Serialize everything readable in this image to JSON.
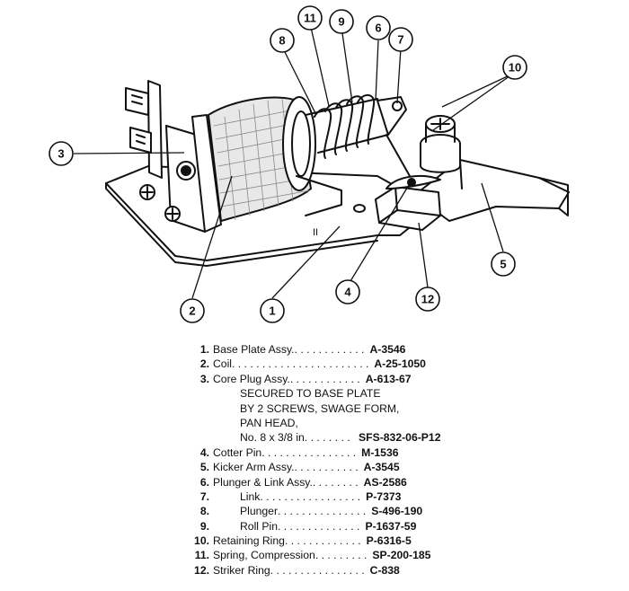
{
  "callouts": [
    "1",
    "2",
    "3",
    "4",
    "5",
    "6",
    "7",
    "8",
    "9",
    "10",
    "11",
    "12"
  ],
  "parts": [
    {
      "num": "1.",
      "desc": "Base Plate Assy.",
      "dots": " . . . . . . . . . . . .",
      "code": "A-3546",
      "indent": 0
    },
    {
      "num": "2.",
      "desc": "Coil",
      "dots": " . . . . . . . . . . . . . . . . . . . . . . .",
      "code": "A-25-1050",
      "indent": 0
    },
    {
      "num": "3.",
      "desc": "Core Plug Assy.",
      "dots": " . . . . . . . . . . . .",
      "code": "A-613-67",
      "indent": 0
    },
    {
      "num": "4.",
      "desc": "Cotter Pin",
      "dots": " . . . . . . . . . . . . . . . .",
      "code": "M-1536",
      "indent": 0
    },
    {
      "num": "5.",
      "desc": "Kicker Arm Assy.",
      "dots": " . . . . . . . . . . .",
      "code": "A-3545",
      "indent": 0
    },
    {
      "num": "6.",
      "desc": "Plunger & Link Assy.",
      "dots": " . . . . . . . .",
      "code": "AS-2586",
      "indent": 0
    },
    {
      "num": "7.",
      "desc": "Link",
      "dots": " . . . . . . . . . . . . . . . . .",
      "code": "P-7373",
      "indent": 1
    },
    {
      "num": "8.",
      "desc": "Plunger",
      "dots": " . . . . . . . . . . . . . . .",
      "code": "S-496-190",
      "indent": 1
    },
    {
      "num": "9.",
      "desc": "Roll Pin",
      "dots": " . . . . . . . . . . . . . .",
      "code": "P-1637-59",
      "indent": 1
    },
    {
      "num": "10.",
      "desc": "Retaining Ring",
      "dots": " . . . . . . . . . . . . .",
      "code": "P-6316-5",
      "indent": 0
    },
    {
      "num": "11.",
      "desc": "Spring, Compression",
      "dots": " . . . . . . . . .",
      "code": "SP-200-185",
      "indent": 0
    },
    {
      "num": "12.",
      "desc": "Striker Ring",
      "dots": " . . . . . . . . . . . . . . . .",
      "code": "C-838",
      "indent": 0
    }
  ],
  "core_plug_note": {
    "line1": "SECURED TO BASE PLATE",
    "line2": "BY 2 SCREWS, SWAGE FORM,",
    "line3": "PAN HEAD,",
    "line4": "No. 8 x 3/8 in.",
    "line4_dots": " . . . . . . .",
    "line4_code": "SFS-832-06-P12"
  },
  "plate_marking": "II"
}
